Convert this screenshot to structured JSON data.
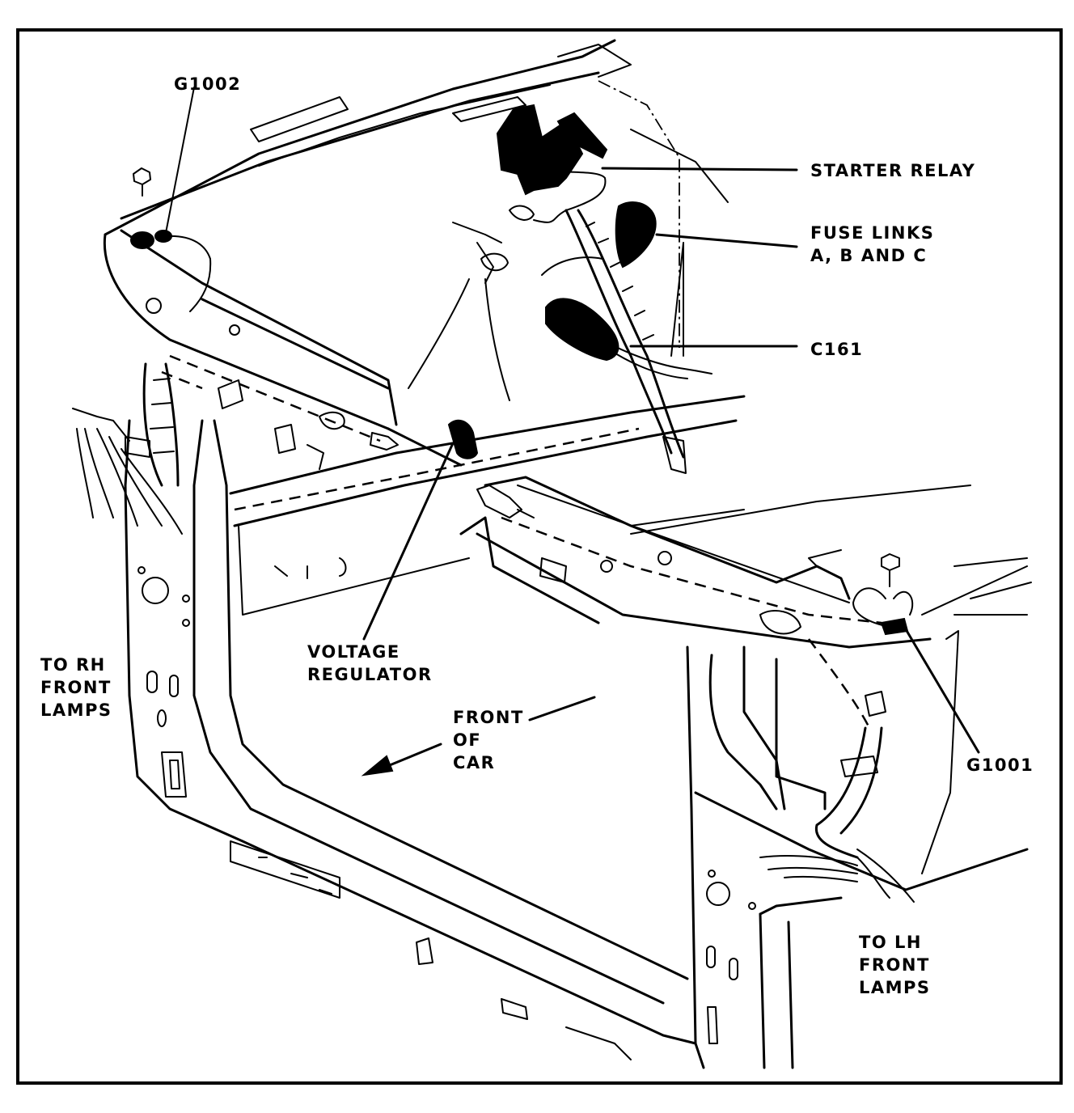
{
  "labels": {
    "g1002": "G1002",
    "starter_relay": "STARTER RELAY",
    "fuse_links_1": "FUSE LINKS",
    "fuse_links_2": "A, B AND C",
    "c161": "C161",
    "voltage_regulator_1": "VOLTAGE",
    "voltage_regulator_2": "REGULATOR",
    "rh_lamps_1": "TO RH",
    "rh_lamps_2": "FRONT",
    "rh_lamps_3": "LAMPS",
    "front_of_car_1": "FRONT",
    "front_of_car_2": "OF",
    "front_of_car_3": "CAR",
    "g1001": "G1001",
    "lh_lamps_1": "TO LH",
    "lh_lamps_2": "FRONT",
    "lh_lamps_3": "LAMPS"
  }
}
